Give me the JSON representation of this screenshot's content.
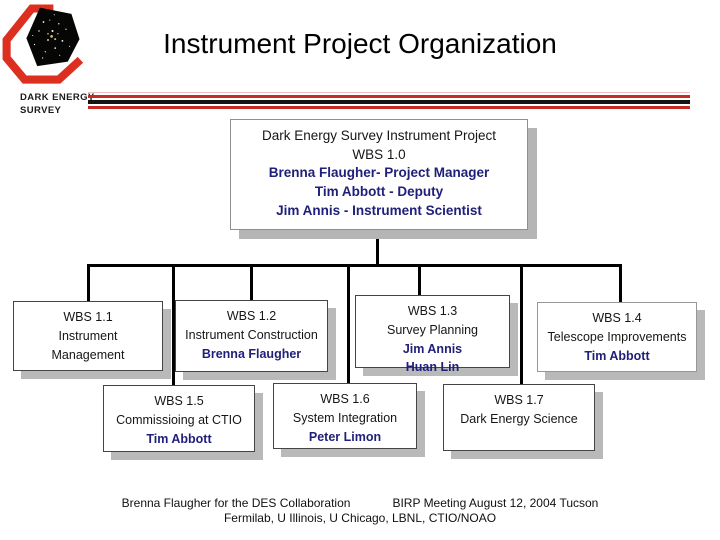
{
  "logo": {
    "name": "dark-energy-survey-logo",
    "caption": "DARK ENERGY\nSURVEY"
  },
  "title": "Instrument Project Organization",
  "org_chart": {
    "root": {
      "head": "Dark Energy Survey Instrument Project\nWBS 1.0",
      "names": "Brenna Flaugher- Project Manager\nTim Abbott - Deputy\nJim Annis - Instrument Scientist"
    },
    "boxes": [
      {
        "id": "wbs-1-1",
        "head": "WBS 1.1\nInstrument\nManagement",
        "names": ""
      },
      {
        "id": "wbs-1-2",
        "head": "WBS 1.2\nInstrument Construction",
        "names": "Brenna Flaugher"
      },
      {
        "id": "wbs-1-3",
        "head": "WBS 1.3\nSurvey Planning",
        "names": "Jim Annis\nHuan Lin"
      },
      {
        "id": "wbs-1-4",
        "head": "WBS 1.4\nTelescope Improvements",
        "names": "Tim Abbott"
      },
      {
        "id": "wbs-1-5",
        "head": "WBS 1.5\nCommissioing at CTIO",
        "names": "Tim Abbott"
      },
      {
        "id": "wbs-1-6",
        "head": "WBS 1.6\nSystem Integration",
        "names": "Peter Limon"
      },
      {
        "id": "wbs-1-7",
        "head": "WBS 1.7\nDark Energy Science",
        "names": ""
      }
    ]
  },
  "footer": {
    "left": "Brenna Flaugher for the DES Collaboration",
    "right": "BIRP Meeting August 12, 2004 Tucson",
    "line2": "Fermilab, U Illinois, U Chicago, LBNL, CTIO/NOAO"
  },
  "colors": {
    "accent_red": "#c32b23",
    "logo_red": "#dd2f1f",
    "navy_names": "#20207a",
    "shadow_gray": "#b9b9b9",
    "text_black": "#111111"
  }
}
